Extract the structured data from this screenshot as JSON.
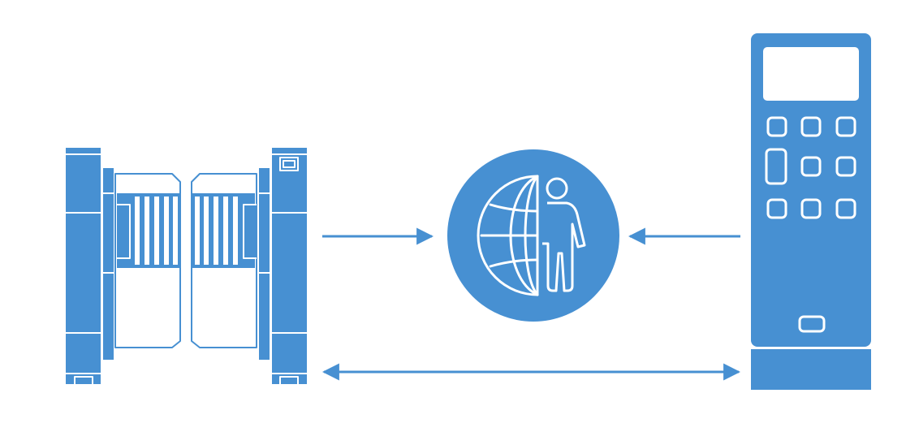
{
  "colors": {
    "primary": "#4790d2",
    "outline": "#ffffff",
    "background": "#ffffff"
  },
  "nodes": [
    {
      "id": "turnstile-gate",
      "icon": "turnstile-gate-icon"
    },
    {
      "id": "cloud-identity",
      "icon": "globe-person-icon"
    },
    {
      "id": "access-terminal",
      "icon": "keypad-terminal-icon"
    }
  ],
  "connections": [
    {
      "from": "turnstile-gate",
      "to": "cloud-identity",
      "direction": "forward"
    },
    {
      "from": "access-terminal",
      "to": "cloud-identity",
      "direction": "forward"
    },
    {
      "from": "turnstile-gate",
      "to": "access-terminal",
      "direction": "bidirectional"
    }
  ]
}
